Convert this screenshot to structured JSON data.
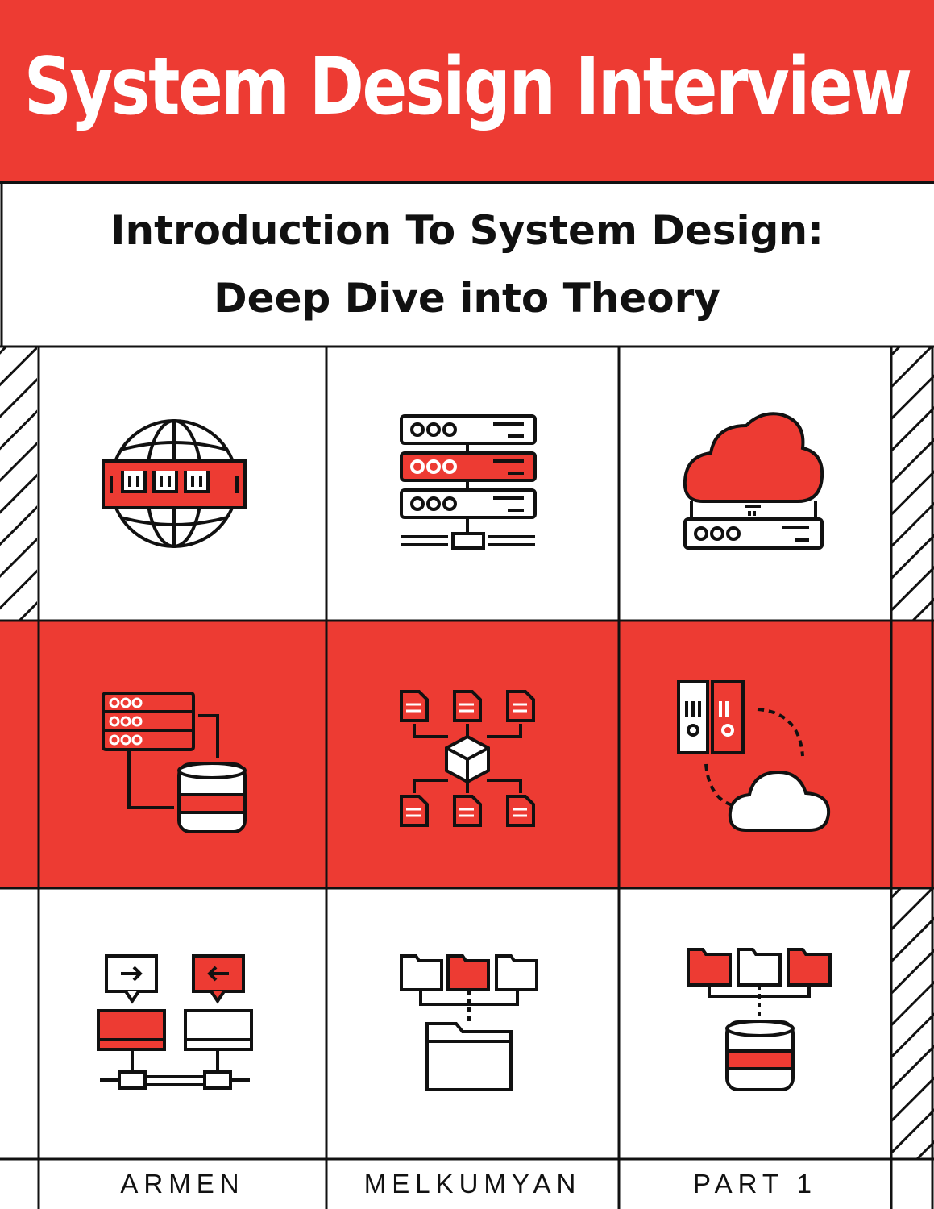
{
  "cover": {
    "title": "System Design Interview",
    "subtitle_line1": "Introduction To System Design:",
    "subtitle_line2": "Deep Dive into Theory",
    "author_first": "ARMEN",
    "author_last": "MELKUMYAN",
    "part": "PART 1"
  },
  "colors": {
    "accent": "#ed3b33",
    "line": "#111111",
    "background": "#ffffff"
  },
  "icons": [
    "www-globe-icon",
    "server-rack-icon",
    "cloud-server-icon",
    "server-database-icon",
    "document-network-icon",
    "server-to-cloud-icon",
    "computer-transfer-icon",
    "folder-hierarchy-icon",
    "folders-to-database-icon"
  ]
}
